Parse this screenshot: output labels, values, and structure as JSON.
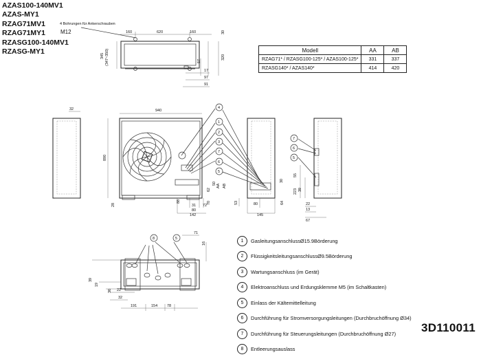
{
  "model_names": [
    "AZAS100-140MV1",
    "AZAS-MY1",
    "RZAG71MV1",
    "RZAG71MY1",
    "RZASG100-140MV1",
    "RZASG-MY1"
  ],
  "top_view": {
    "anchor_note": "4 Bohrungen für Ankerschrauben",
    "bolt_size": "M12",
    "dims": {
      "d160_left": "160",
      "d620": "620",
      "d160_right": "160",
      "d30": "30",
      "d345": "345",
      "d347_350": "(347~350)",
      "d57": "57",
      "d320": "320",
      "d17": "17",
      "d97": "97",
      "d91": "91"
    }
  },
  "spec_table": {
    "headers": [
      "Modell",
      "AA",
      "AB"
    ],
    "rows": [
      {
        "model": "RZAG71* / RZASG100-125* / AZAS100-125*",
        "aa": "331",
        "ab": "337"
      },
      {
        "model": "RZASG140* / AZAS140*",
        "aa": "414",
        "ab": "420"
      }
    ]
  },
  "front_view": {
    "dims": {
      "d32": "32",
      "d940": "940",
      "d890": "890",
      "d28": "28",
      "d88": "88",
      "d31": "31",
      "d80": "80",
      "d72": "72",
      "d142": "142",
      "d62": "62",
      "d50": "50",
      "d70": "70",
      "dAA": "AA",
      "dAB": "AB"
    },
    "callouts": [
      "4",
      "1",
      "2",
      "3",
      "7",
      "6",
      "5"
    ]
  },
  "side_view": {
    "dims": {
      "d53": "53",
      "d80": "80",
      "d145": "145",
      "d64": "64",
      "d30": "30"
    }
  },
  "rear_view": {
    "dims": {
      "d55": "55",
      "d223": "223",
      "d39": "39",
      "d22": "22",
      "d13": "13",
      "d67": "67"
    },
    "callouts": [
      "7",
      "6",
      "5"
    ]
  },
  "bottom_view": {
    "dims": {
      "d71": "71",
      "d16": "16",
      "d39": "39",
      "d19": "19",
      "d36": "36",
      "d22": "22",
      "d32": "32",
      "d191": "191",
      "d154": "154",
      "d78": "78"
    },
    "callouts": [
      "8",
      "5"
    ]
  },
  "legend": [
    {
      "num": "1",
      "text": "GasleitungsanschlussØ15.9Börderung"
    },
    {
      "num": "2",
      "text": "FlüssigkeitsleitungsanschlussØ9.5Börderung"
    },
    {
      "num": "3",
      "text": "Wartungsanschluss (im Gerät)"
    },
    {
      "num": "4",
      "text": "Elektroanschluss und Erdungsklemme M5 (im Schaltkasten)"
    },
    {
      "num": "5",
      "text": "Einlass der Kältemittelleitung"
    },
    {
      "num": "6",
      "text": "Durchführung für Stromversorgungsleitungen (Durchbruchöffnung Ø34)"
    },
    {
      "num": "7",
      "text": "Durchführung für Steuerungsleitungen (Durchbruchöffnung Ø27)"
    },
    {
      "num": "8",
      "text": "Entleerungsauslass"
    }
  ],
  "drawing_code": "3D110011"
}
